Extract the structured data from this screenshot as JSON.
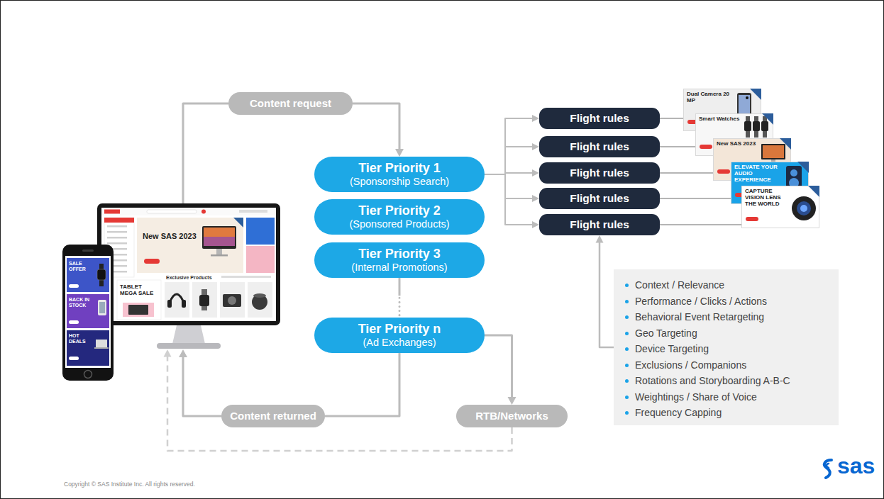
{
  "diagram": {
    "nodes": [
      {
        "text": [
          "New SAS 2023",
          "TABLET MEGA SALE",
          "Exclusive Products"
        ]
      },
      {
        "text": [
          "SALE OFFER",
          "BACK IN STOCK",
          "HOT DEALS"
        ]
      },
      {
        "text": [
          "Content request"
        ]
      },
      {
        "text": [
          "Tier Priority 1",
          "(Sponsorship Search)"
        ]
      },
      {
        "text": [
          "Tier Priority 2",
          "(Sponsored Products)"
        ]
      },
      {
        "text": [
          "Tier Priority 3",
          "(Internal Promotions)"
        ]
      },
      {
        "text": [
          "Tier Priority n",
          "(Ad Exchanges)"
        ]
      },
      {
        "text": [
          "Flight rules"
        ]
      },
      {
        "text": [
          "Flight rules"
        ]
      },
      {
        "text": [
          "Flight rules"
        ]
      },
      {
        "text": [
          "Flight rules"
        ]
      },
      {
        "text": [
          "Flight rules"
        ]
      },
      {
        "text": [
          "Dual Camera 20 MP"
        ]
      },
      {
        "text": [
          "Smart Watches"
        ]
      },
      {
        "text": [
          "New SAS 2023"
        ]
      },
      {
        "text": [
          "ELEVATE YOUR AUDIO EXPERIENCE"
        ]
      },
      {
        "text": [
          "CAPTURE VISION LENS THE WORLD"
        ]
      },
      {
        "text": [
          "Context / Relevance",
          "Performance / Clicks / Actions",
          "Behavioral Event Retargeting",
          "Geo Targeting",
          "Device Targeting",
          "Exclusions / Companions",
          "Rotations and Storyboarding A-B-C",
          "Weightings / Share of Voice",
          "Frequency Capping"
        ]
      },
      {
        "text": [
          "Content returned"
        ]
      },
      {
        "text": [
          "RTB/Networks"
        ]
      }
    ],
    "edges": [
      {
        "from": 0,
        "to": 2,
        "arrow": "none"
      },
      {
        "from": 2,
        "to": 3,
        "arrow": "to"
      },
      {
        "from": 3,
        "to": 7,
        "arrow": "to"
      },
      {
        "from": 3,
        "to": 8,
        "arrow": "to"
      },
      {
        "from": 3,
        "to": 9,
        "arrow": "to"
      },
      {
        "from": 3,
        "to": 10,
        "arrow": "to"
      },
      {
        "from": 3,
        "to": 11,
        "arrow": "to"
      },
      {
        "from": 7,
        "to": 12,
        "arrow": "none"
      },
      {
        "from": 8,
        "to": 13,
        "arrow": "none"
      },
      {
        "from": 9,
        "to": 14,
        "arrow": "none"
      },
      {
        "from": 10,
        "to": 15,
        "arrow": "none"
      },
      {
        "from": 11,
        "to": 16,
        "arrow": "none"
      },
      {
        "from": 5,
        "to": 6,
        "arrow": "none"
      },
      {
        "from": 6,
        "to": 18,
        "arrow": "none"
      },
      {
        "from": 18,
        "to": 0,
        "arrow": "to"
      },
      {
        "from": 6,
        "to": 19,
        "arrow": "to"
      },
      {
        "from": 19,
        "to": 0,
        "arrow": "to"
      },
      {
        "from": 17,
        "to": 11,
        "arrow": "to"
      }
    ],
    "labels": [
      "Copyright © SAS Institute Inc. All rights reserved.",
      "sas"
    ]
  }
}
